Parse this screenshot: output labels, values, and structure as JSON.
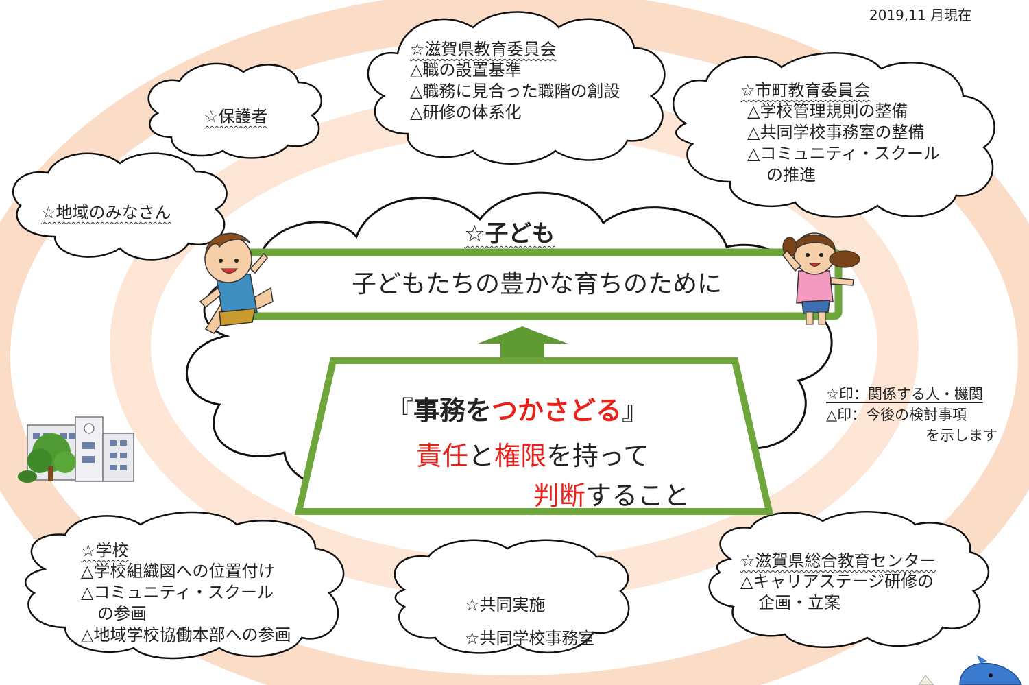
{
  "date": "2019,11 月現在",
  "center": {
    "child_title": "☆子ども",
    "green_banner": "子どもたちの豊かな育ちのために",
    "main_open": "『",
    "main_bold": "事務を",
    "main_red": "つかさどる",
    "main_close": "』",
    "line2_red1": "責任",
    "line2_mid": "と",
    "line2_red2": "権限",
    "line2_end": "を持って",
    "line3_red": "判断",
    "line3_end": "すること"
  },
  "clouds": {
    "shiga_board": {
      "title": "☆滋賀県教育委員会",
      "items": [
        "△職の設置基準",
        "△職務に見合った職階の創設",
        "△研修の体系化"
      ]
    },
    "parents": {
      "title": "☆保護者"
    },
    "municipal_board": {
      "title": "☆市町教育委員会",
      "items": [
        "△学校管理規則の整備",
        "△共同学校事務室の整備",
        "△コミュニティ・スクール",
        "の推進"
      ]
    },
    "community": {
      "title": "☆地域のみなさん"
    },
    "school": {
      "title": "☆学校",
      "items": [
        "△学校組織図への位置付け",
        "△コミュニティ・スクール",
        "の参画",
        "△地域学校協働本部への参画"
      ]
    },
    "joint": {
      "items": [
        "☆共同実施",
        "☆共同学校事務室"
      ]
    },
    "center_inst": {
      "title": "☆滋賀県総合教育センター",
      "items": [
        "△キャリアステージ研修の",
        "企画・立案"
      ]
    }
  },
  "legend": {
    "line1": "☆印：関係する人・機関",
    "line2": "△印：今後の検討事項",
    "line3": "を示します"
  },
  "colors": {
    "ring": "#fbdcc7",
    "green": "#6fa63c",
    "arrow": "#5f9a33",
    "red": "#e8211b"
  }
}
